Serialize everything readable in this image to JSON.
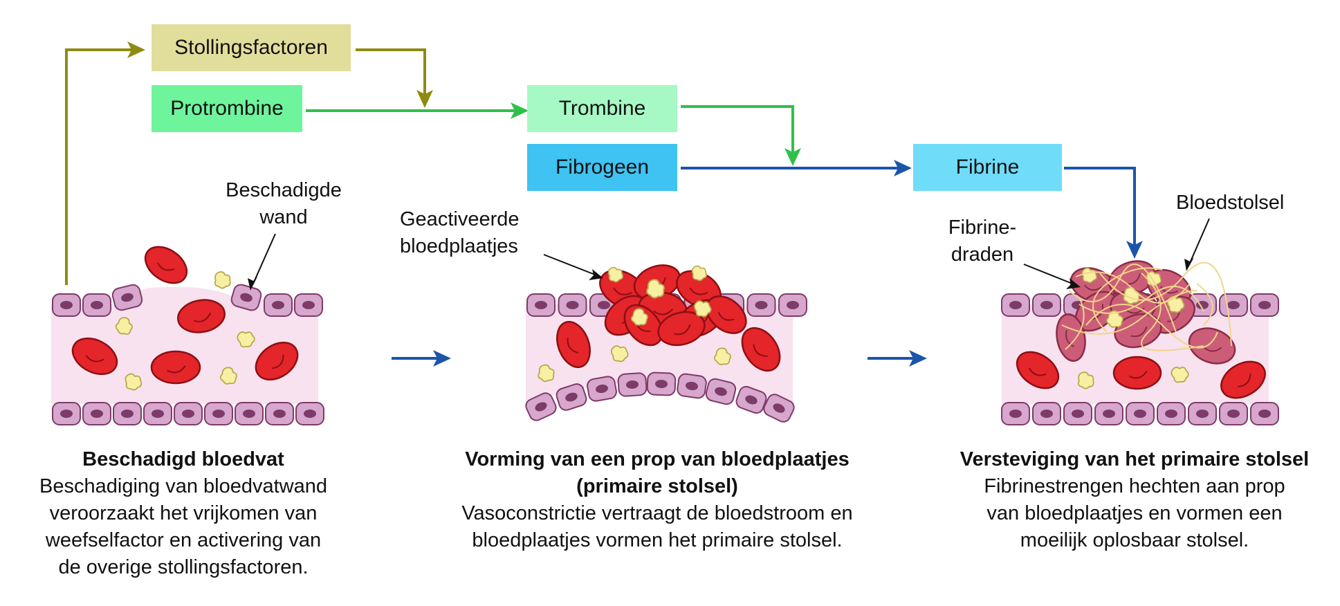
{
  "flow_boxes": {
    "stollingsfactoren": {
      "label": "Stollingsfactoren",
      "color": "#e1de9c"
    },
    "protrombine": {
      "label": "Protrombine",
      "color": "#6ef59c"
    },
    "trombine": {
      "label": "Trombine",
      "color": "#a6f8c4"
    },
    "fibrogeen": {
      "label": "Fibrogeen",
      "color": "#3ec3f2"
    },
    "fibrine": {
      "label": "Fibrine",
      "color": "#6fdcfa"
    }
  },
  "arrow_colors": {
    "olive": "#8f8a11",
    "green": "#2fc04a",
    "blue": "#1b55a8"
  },
  "labels": {
    "beschadigde_wand": [
      "Beschadigde",
      "wand"
    ],
    "geactiveerde_bloedplaatjes": [
      "Geactiveerde",
      "bloedplaatjes"
    ],
    "fibrinedraden": [
      "Fibrine-",
      "draden"
    ],
    "bloedstolsel": "Bloedstolsel"
  },
  "stages": [
    {
      "title": "Beschadigd bloedvat",
      "description": [
        "Beschadiging van bloedvatwand",
        "veroorzaakt het vrijkomen van",
        "weefselfactor en activering van",
        "de overige stollingsfactoren."
      ]
    },
    {
      "title": [
        "Vorming van een prop van bloedplaatjes",
        "(primaire stolsel)"
      ],
      "description": [
        "Vasoconstrictie vertraagt de bloedstroom en",
        "bloedplaatjes vormen het primaire stolsel."
      ]
    },
    {
      "title": "Versteviging van het primaire stolsel",
      "description": [
        "Fibrinestrengen hechten aan prop",
        "van bloedplaatjes en vormen een",
        "moeilijk oplosbaar stolsel."
      ]
    }
  ],
  "palette": {
    "cell_fill": "#d7a7cd",
    "cell_stroke": "#7e3a68",
    "nucleus": "#7c3b68",
    "vessel_bg": "#f8e2ef",
    "rbc_fill": "#e4252a",
    "rbc_stroke": "#8c0f13",
    "platelet_fill": "#f8efa2",
    "platelet_stroke": "#b8a850",
    "clot_fill": "#cc5d78",
    "fiber": "#f2d58c"
  }
}
